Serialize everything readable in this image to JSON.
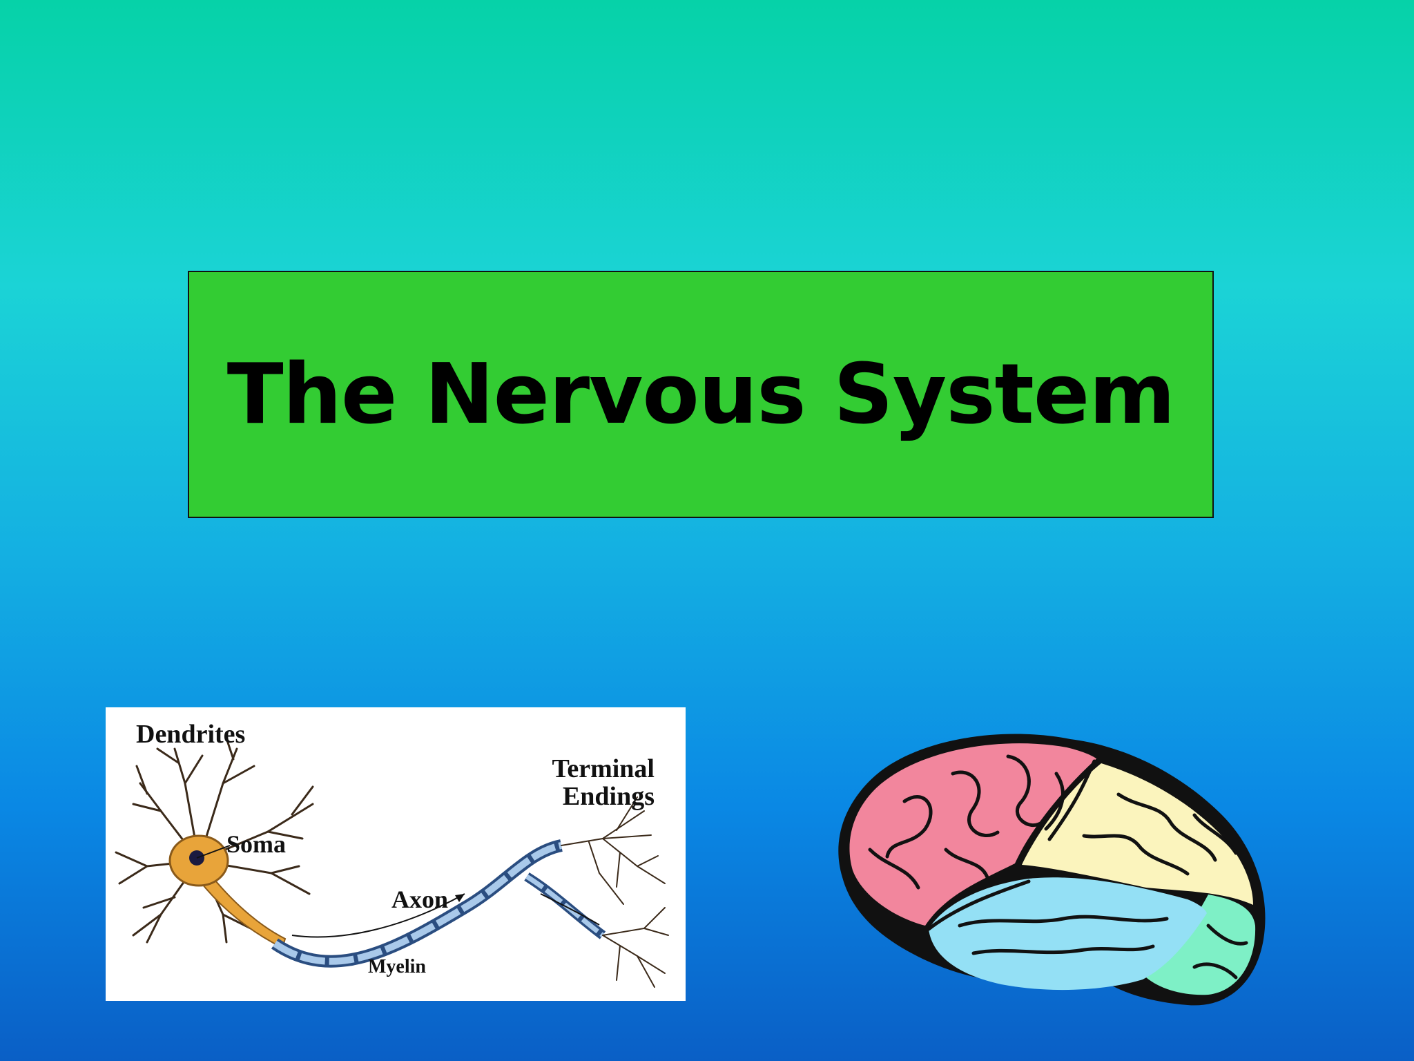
{
  "slide": {
    "title": "The Nervous System"
  },
  "neuron_diagram": {
    "labels": {
      "dendrites": "Dendrites",
      "soma": "Soma",
      "axon": "Axon",
      "myelin": "Myelin",
      "terminal_line1": "Terminal",
      "terminal_line2": "Endings"
    }
  },
  "colors": {
    "title_box": "#33cc33",
    "cell_body": "#e8a43a",
    "myelin": "#4a80c0",
    "brain_frontal": "#f2869d",
    "brain_parietal": "#fbf4bd",
    "brain_temporal": "#94e0f5",
    "brain_occipital": "#7ef0c6"
  }
}
